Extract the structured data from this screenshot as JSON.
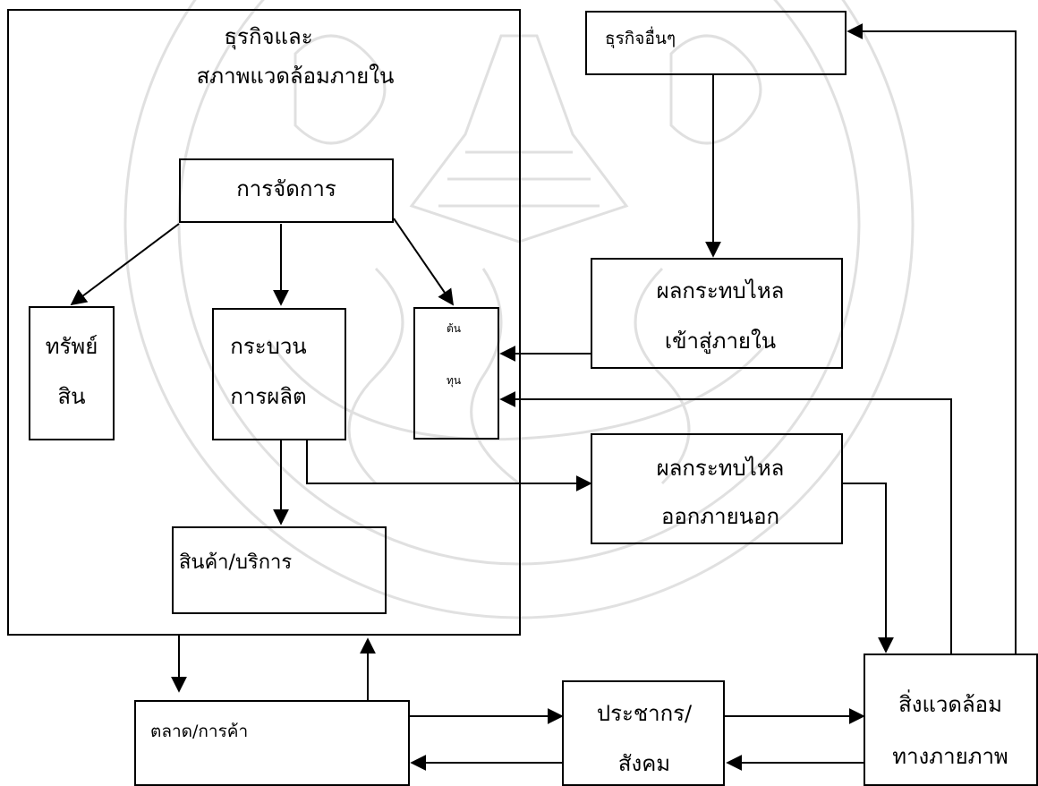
{
  "nodes": {
    "business_internal": {
      "line1": "ธุรกิจและ",
      "line2": "สภาพแวดล้อมภายใน"
    },
    "management": {
      "label": "การจัดการ"
    },
    "assets": {
      "line1": "ทรัพย์",
      "line2": "สิน"
    },
    "production": {
      "line1": "กระบวน",
      "line2": "การผลิต"
    },
    "capital": {
      "line1": "ต้น",
      "line2": "ทุน"
    },
    "products": {
      "label": "สินค้า/บริการ"
    },
    "other_business": {
      "label": "ธุรกิจอื่นๆ"
    },
    "spillover_in": {
      "line1": "ผลกระทบไหล",
      "line2": "เข้าสู่ภายใน"
    },
    "spillover_out": {
      "line1": "ผลกระทบไหล",
      "line2": "ออกภายนอก"
    },
    "market": {
      "label": "ตลาด/การค้า"
    },
    "population": {
      "line1": "ประชากร/",
      "line2": "สังคม"
    },
    "physical_env": {
      "line1": "สิ่งแวดล้อม",
      "line2": "ทางภายภาพ"
    }
  },
  "colors": {
    "line": "#000000",
    "watermark": "#bdbdbd"
  }
}
